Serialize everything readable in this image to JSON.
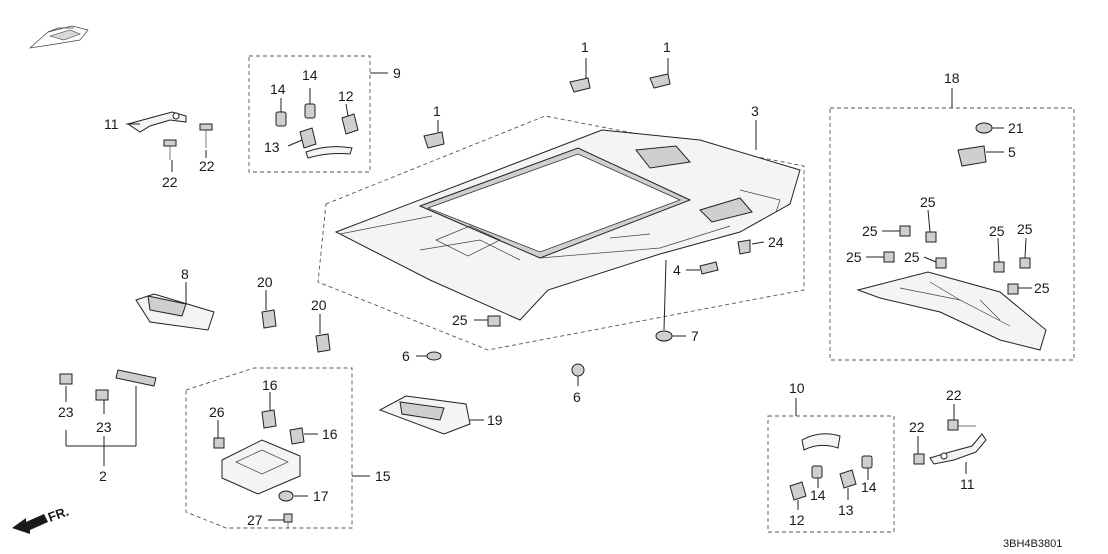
{
  "diagram": {
    "figure_code": "3BH4B3801",
    "front_label": "FR.",
    "labels": [
      "1",
      "1",
      "1",
      "2",
      "3",
      "4",
      "5",
      "6",
      "6",
      "7",
      "8",
      "9",
      "10",
      "11",
      "11",
      "12",
      "12",
      "13",
      "13",
      "14",
      "14",
      "14",
      "14",
      "15",
      "16",
      "16",
      "17",
      "18",
      "19",
      "20",
      "20",
      "21",
      "22",
      "22",
      "22",
      "22",
      "23",
      "23",
      "24",
      "25",
      "25",
      "25",
      "25",
      "25",
      "25",
      "25",
      "25",
      "26",
      "27"
    ]
  }
}
